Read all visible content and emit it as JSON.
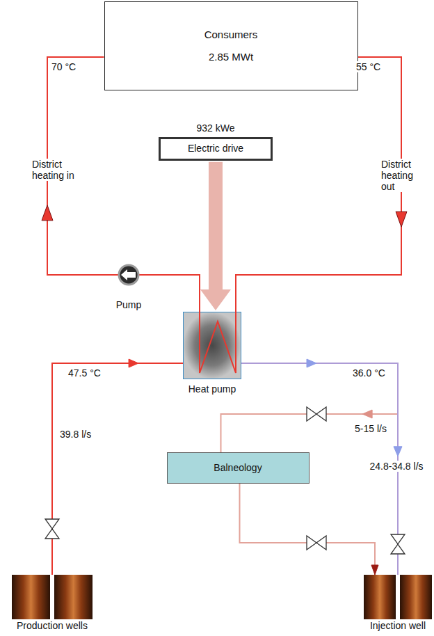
{
  "diagram": {
    "nodes": [
      {
        "text": [
          "Consumers",
          "2.85 MWt"
        ]
      },
      {
        "text": [
          "932 kWe",
          "Electric drive"
        ]
      },
      {
        "text": [
          "Heat pump"
        ]
      },
      {
        "text": [
          "Balneology"
        ]
      },
      {
        "text": [
          "Production wells"
        ]
      },
      {
        "text": [
          "Injection well"
        ]
      }
    ],
    "edges": [
      {
        "from": 2,
        "to": 0,
        "arrow": "to"
      },
      {
        "from": 0,
        "to": 2,
        "arrow": "to"
      },
      {
        "from": 1,
        "to": 2,
        "arrow": "to"
      },
      {
        "from": 4,
        "to": 2,
        "arrow": "to"
      },
      {
        "from": 2,
        "to": 3,
        "arrow": "to"
      },
      {
        "from": 2,
        "to": 5,
        "arrow": "to"
      },
      {
        "from": 3,
        "to": 5,
        "arrow": "to"
      }
    ],
    "labels": [
      "70 °C",
      "55 °C",
      "District heating in",
      "District heating out",
      "Pump",
      "47.5 °C",
      "39.8 l/s",
      "36.0 °C",
      "5-15 l/s",
      "24.8-34.8 l/s"
    ]
  }
}
